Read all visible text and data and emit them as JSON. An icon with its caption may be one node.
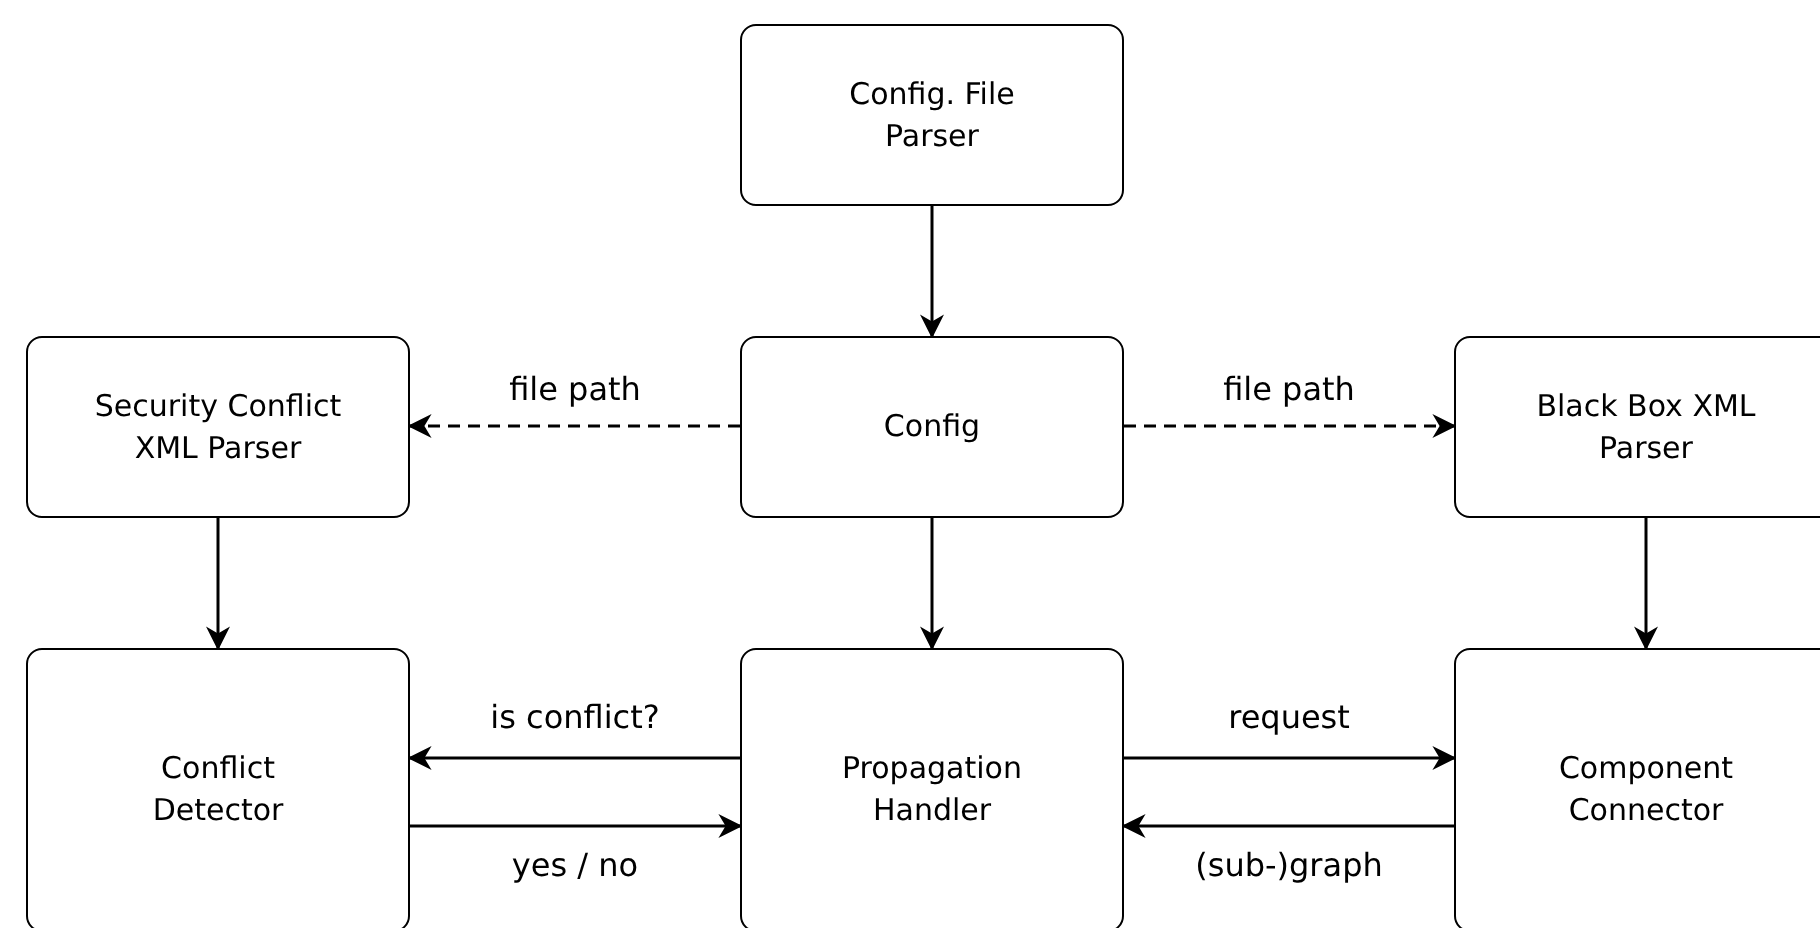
{
  "diagram": {
    "nodes": [
      {
        "text": [
          "Config. File Parser"
        ]
      },
      {
        "text": [
          "Security Conflict XML Parser"
        ]
      },
      {
        "text": [
          "Config"
        ]
      },
      {
        "text": [
          "Black Box XML Parser"
        ]
      },
      {
        "text": [
          "Conflict Detector"
        ]
      },
      {
        "text": [
          "Propagation Handler"
        ]
      },
      {
        "text": [
          "Component Connector"
        ]
      }
    ],
    "edges": [
      {
        "from": 0,
        "to": 2,
        "arrow": "to"
      },
      {
        "from": 2,
        "to": 1,
        "arrow": "to",
        "label": "file path",
        "style": "dashed"
      },
      {
        "from": 2,
        "to": 3,
        "arrow": "to",
        "label": "file path",
        "style": "dashed"
      },
      {
        "from": 1,
        "to": 4,
        "arrow": "to"
      },
      {
        "from": 2,
        "to": 5,
        "arrow": "to"
      },
      {
        "from": 3,
        "to": 6,
        "arrow": "to"
      },
      {
        "from": 5,
        "to": 4,
        "arrow": "to",
        "label": "is conflict?"
      },
      {
        "from": 4,
        "to": 5,
        "arrow": "to",
        "label": "yes / no"
      },
      {
        "from": 5,
        "to": 6,
        "arrow": "to",
        "label": "request"
      },
      {
        "from": 6,
        "to": 5,
        "arrow": "to",
        "label": "(sub-)graph"
      }
    ]
  }
}
